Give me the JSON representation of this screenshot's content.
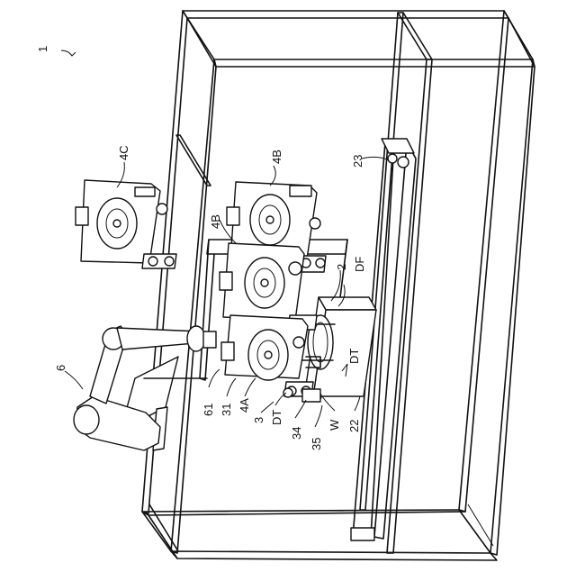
{
  "figure": {
    "labels": {
      "device": "1",
      "platform": "2",
      "workpiece_holder": "3",
      "roll_a": "4A",
      "roll_b_upper": "4B",
      "roll_b_lower": "4B",
      "roll_c": "4C",
      "robot": "6",
      "rail_base": "22",
      "rail": "23",
      "unit_31": "31",
      "unit_34": "34",
      "unit_35": "35",
      "unit_61": "61",
      "film_df": "DF",
      "tape_dt_feed": "DT",
      "tape_dt_lower": "DT",
      "wafer": "W"
    }
  }
}
